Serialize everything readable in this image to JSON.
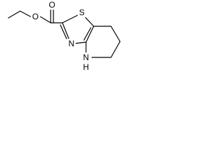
{
  "molecule": {
    "atoms": {
      "ester_oxygen": "O",
      "carbonyl_oxygen": "O",
      "sulfur": "S",
      "ring_nitrogen": "N",
      "amine_nitrogen": "N",
      "amine_hydrogen": "H"
    },
    "colors": {
      "bond": "#000000",
      "label": "#000000",
      "background": "#ffffff"
    }
  }
}
